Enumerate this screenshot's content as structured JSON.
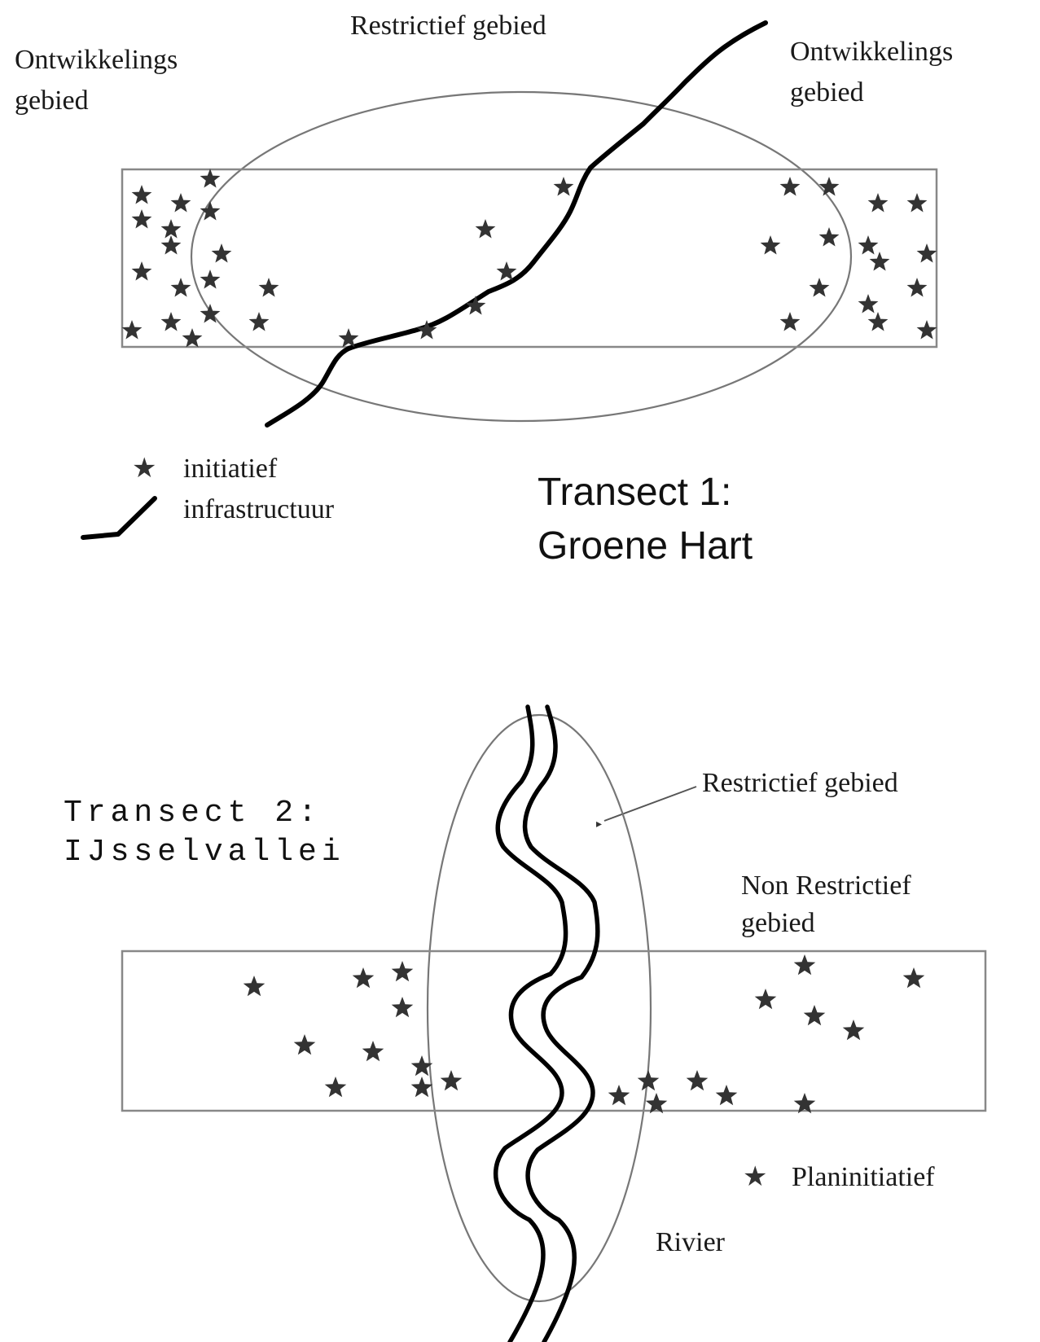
{
  "transect1": {
    "title_line1": "Transect 1:",
    "title_line2": "Groene Hart",
    "restrictive_label": "Restrictief gebied",
    "dev_left_line1": "Ontwikkelings",
    "dev_left_line2": "gebied",
    "dev_right_line1": "Ontwikkelings",
    "dev_right_line2": "gebied",
    "legend_initiative": "initiatief",
    "legend_infrastructure": "infrastructuur",
    "initiative_icon": "star-icon",
    "infrastructure_icon": "road-line-icon"
  },
  "transect2": {
    "title_line1": "Transect 2:",
    "title_line2": "IJsselvallei",
    "restrictive_label": "Restrictief gebied",
    "non_restrictive_line1": "Non Restrictief",
    "non_restrictive_line2": "gebied",
    "legend_plan_initiative": "Planinitiatief",
    "river_label": "Rivier",
    "plan_icon": "star-icon"
  },
  "colors": {
    "stroke_thin": "#777777",
    "star": "#333333",
    "ink": "#000000"
  }
}
